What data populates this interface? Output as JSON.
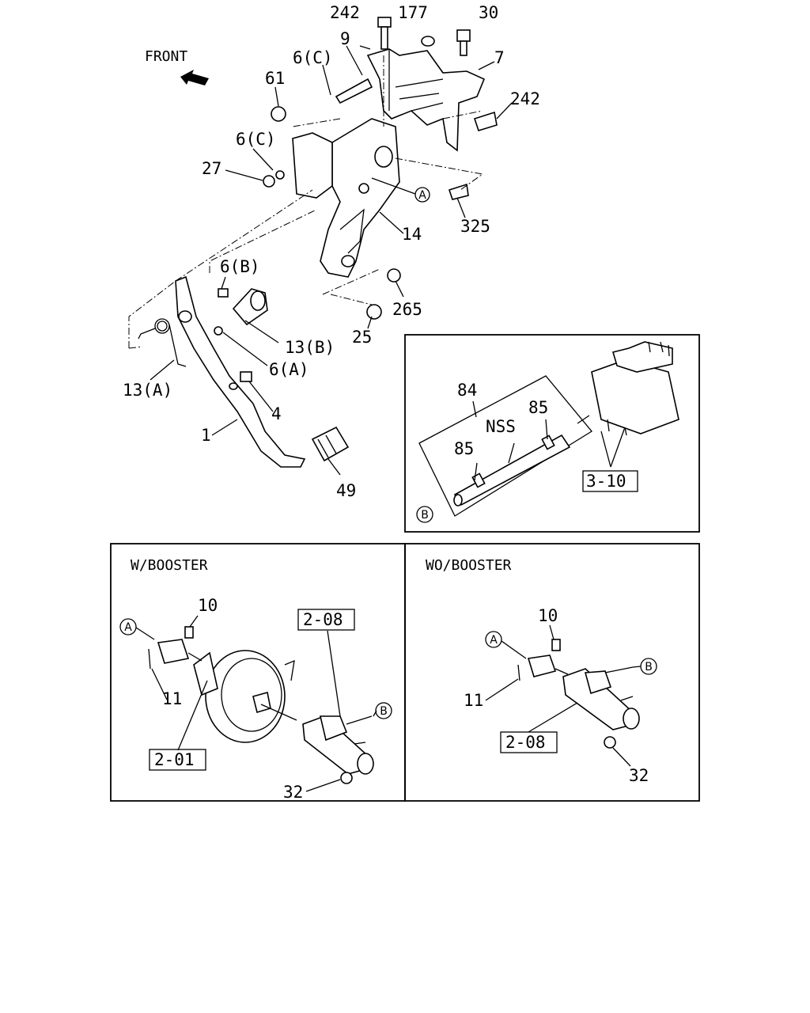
{
  "diagram": {
    "front_label": "FRONT",
    "main_callouts": {
      "c242a": "242",
      "c177": "177",
      "c30": "30",
      "c9": "9",
      "c7": "7",
      "c6c_top": "6(C)",
      "c61": "61",
      "c242b": "242",
      "c6c_mid": "6(C)",
      "c27": "27",
      "cA_ref": "A",
      "c325": "325",
      "c14": "14",
      "c6b": "6(B)",
      "c265": "265",
      "c13b": "13(B)",
      "c25": "25",
      "c6a": "6(A)",
      "c13a": "13(A)",
      "c4": "4",
      "c1": "1",
      "c49": "49"
    },
    "reservoir_panel": {
      "c84": "84",
      "c85a": "85",
      "c85b": "85",
      "nss": "NSS",
      "ref_310": "3-10",
      "circle_b": "B"
    },
    "with_booster_panel": {
      "title": "W/BOOSTER",
      "c10": "10",
      "c11": "11",
      "ref_201": "2-01",
      "ref_208": "2-08",
      "c32": "32",
      "circle_a": "A",
      "circle_b": "B"
    },
    "without_booster_panel": {
      "title": "WO/BOOSTER",
      "c10": "10",
      "c11": "11",
      "ref_208": "2-08",
      "c32": "32",
      "circle_a": "A",
      "circle_b": "B"
    }
  }
}
